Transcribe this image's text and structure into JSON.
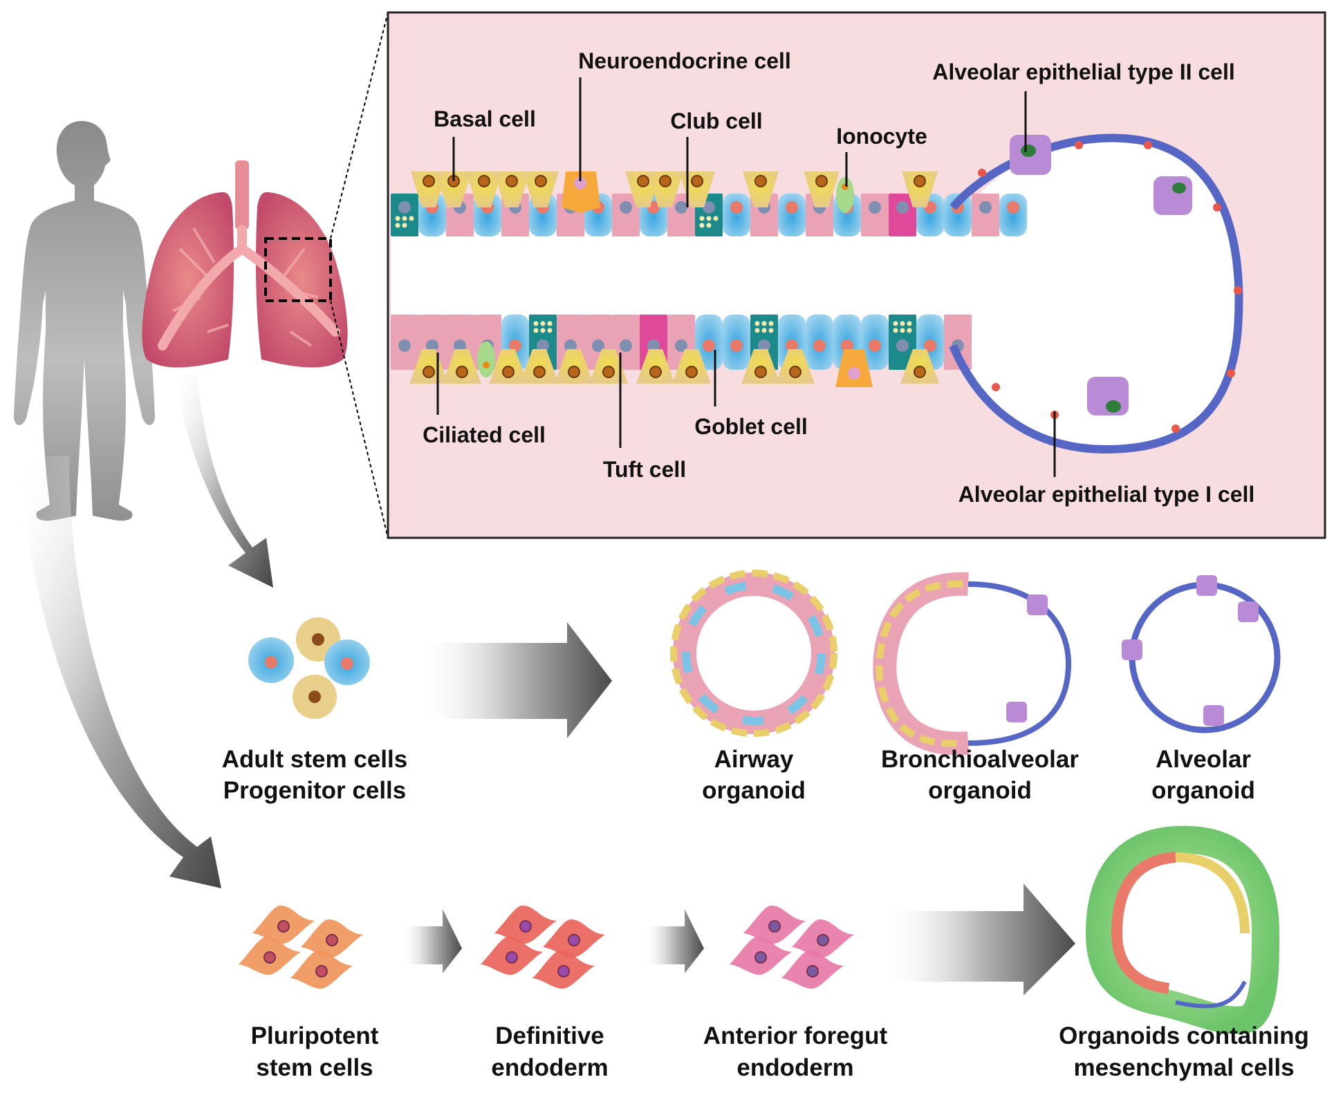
{
  "figure": {
    "panel_background": "#f7dde0",
    "colors": {
      "basal": "#e8cf6a",
      "ciliated": "#e9a3b5",
      "club": "#7cc4e6",
      "goblet": "#1c8a8a",
      "neuroendocrine": "#f6a93a",
      "ionocyte": "#a6d98a",
      "tuft": "#e0489a",
      "at1": "#5566c4",
      "at2": "#b98ad6",
      "lung": "#c9506e",
      "mesenchyme": "#8fd47a",
      "arrow": "#555555",
      "human": "#9a9a9a"
    }
  },
  "icons": {
    "human": "human-silhouette-icon",
    "lungs": "lungs-icon"
  },
  "cell_labels": {
    "basal": "Basal cell",
    "neuroendocrine": "Neuroendocrine cell",
    "club": "Club cell",
    "ionocyte": "Ionocyte",
    "at2": "Alveolar epithelial type II cell",
    "ciliated": "Ciliated cell",
    "tuft": "Tuft cell",
    "goblet": "Goblet cell",
    "at1": "Alveolar epithelial type I cell"
  },
  "adult_pathway": {
    "source": {
      "line1": "Adult stem cells",
      "line2": "Progenitor cells"
    },
    "organoids": [
      {
        "line1": "Airway",
        "line2": "organoid"
      },
      {
        "line1": "Bronchioalveolar",
        "line2": "organoid"
      },
      {
        "line1": "Alveolar",
        "line2": "organoid"
      }
    ]
  },
  "pluripotent_pathway": {
    "stages": [
      {
        "line1": "Pluripotent",
        "line2": "stem cells"
      },
      {
        "line1": "Definitive",
        "line2": "endoderm"
      },
      {
        "line1": "Anterior foregut",
        "line2": "endoderm"
      },
      {
        "line1": "Organoids containing",
        "line2": "mesenchymal cells"
      }
    ]
  }
}
